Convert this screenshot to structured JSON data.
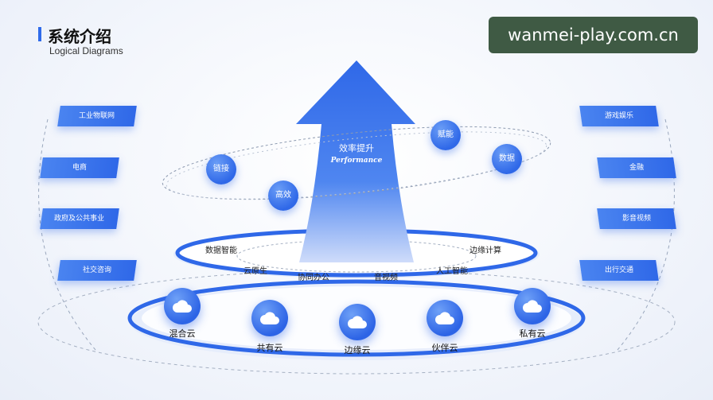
{
  "header": {
    "title": "系统介绍",
    "subtitle": "Logical Diagrams"
  },
  "watermark": "wanmei-play.com.cn",
  "left_tags": [
    "工业物联网",
    "电商",
    "政府及公共事业",
    "社交咨询"
  ],
  "right_tags": [
    "游戏娱乐",
    "金融",
    "影音视频",
    "出行交通"
  ],
  "arrow": {
    "title": "效率提升",
    "subtitle": "Performance"
  },
  "orbit_balls": [
    "链接",
    "高效",
    "赋能",
    "数据"
  ],
  "ring_labels": [
    "数据智能",
    "云原生",
    "协同办公",
    "音视频",
    "人工智能",
    "边缘计算"
  ],
  "clouds": [
    "混合云",
    "共有云",
    "边缘云",
    "伙伴云",
    "私有云"
  ],
  "colors": {
    "accent": "#2f68e8",
    "accent_light": "#6a9df6",
    "watermark_bg": "#3f5a44"
  }
}
